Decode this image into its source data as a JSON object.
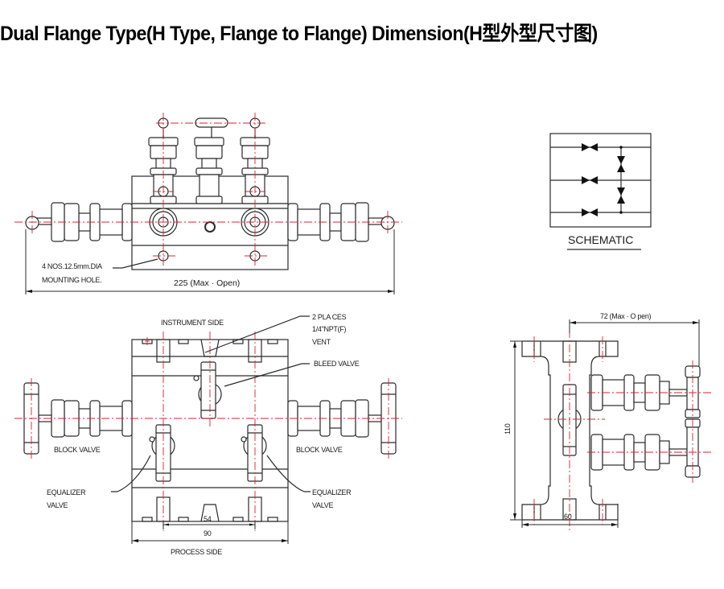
{
  "title": "Dual Flange Type(H Type, Flange to Flange) Dimension(H型外型尺寸图)",
  "colors": {
    "line": "#2a2a2a",
    "centerline": "#d8232f",
    "background": "#ffffff"
  },
  "front_view": {
    "overall_dimension": "225 (Max · Open)",
    "mounting_note_line1": "4 NOS.12.5mm.DIA",
    "mounting_note_line2": "MOUNTING HOLE."
  },
  "schematic": {
    "label": "SCHEMATIC",
    "lines": 3,
    "isolation_valves": 3,
    "equalizer_valves": 2
  },
  "top_view": {
    "instrument_side": "INSTRUMENT SIDE",
    "process_side": "PROCESS SIDE",
    "vent_note_line1": "2 PLA    CES",
    "vent_note_line2": "1/4\"NPT(F)",
    "vent_note_line3": "VENT",
    "bleed_valve": "BLEED VALVE",
    "block_valve_left": "BLOCK VALVE",
    "block_valve_right": "BLOCK VALVE",
    "equalizer_left_line1": "EQUALIZER",
    "equalizer_left_line2": "VALVE",
    "equalizer_right_line1": "EQUALIZER",
    "equalizer_right_line2": "VALVE",
    "dim_inner": "54",
    "dim_outer": "90"
  },
  "side_view": {
    "dim_top": "72 (Max · O pen)",
    "dim_height": "110",
    "dim_width": "60"
  }
}
